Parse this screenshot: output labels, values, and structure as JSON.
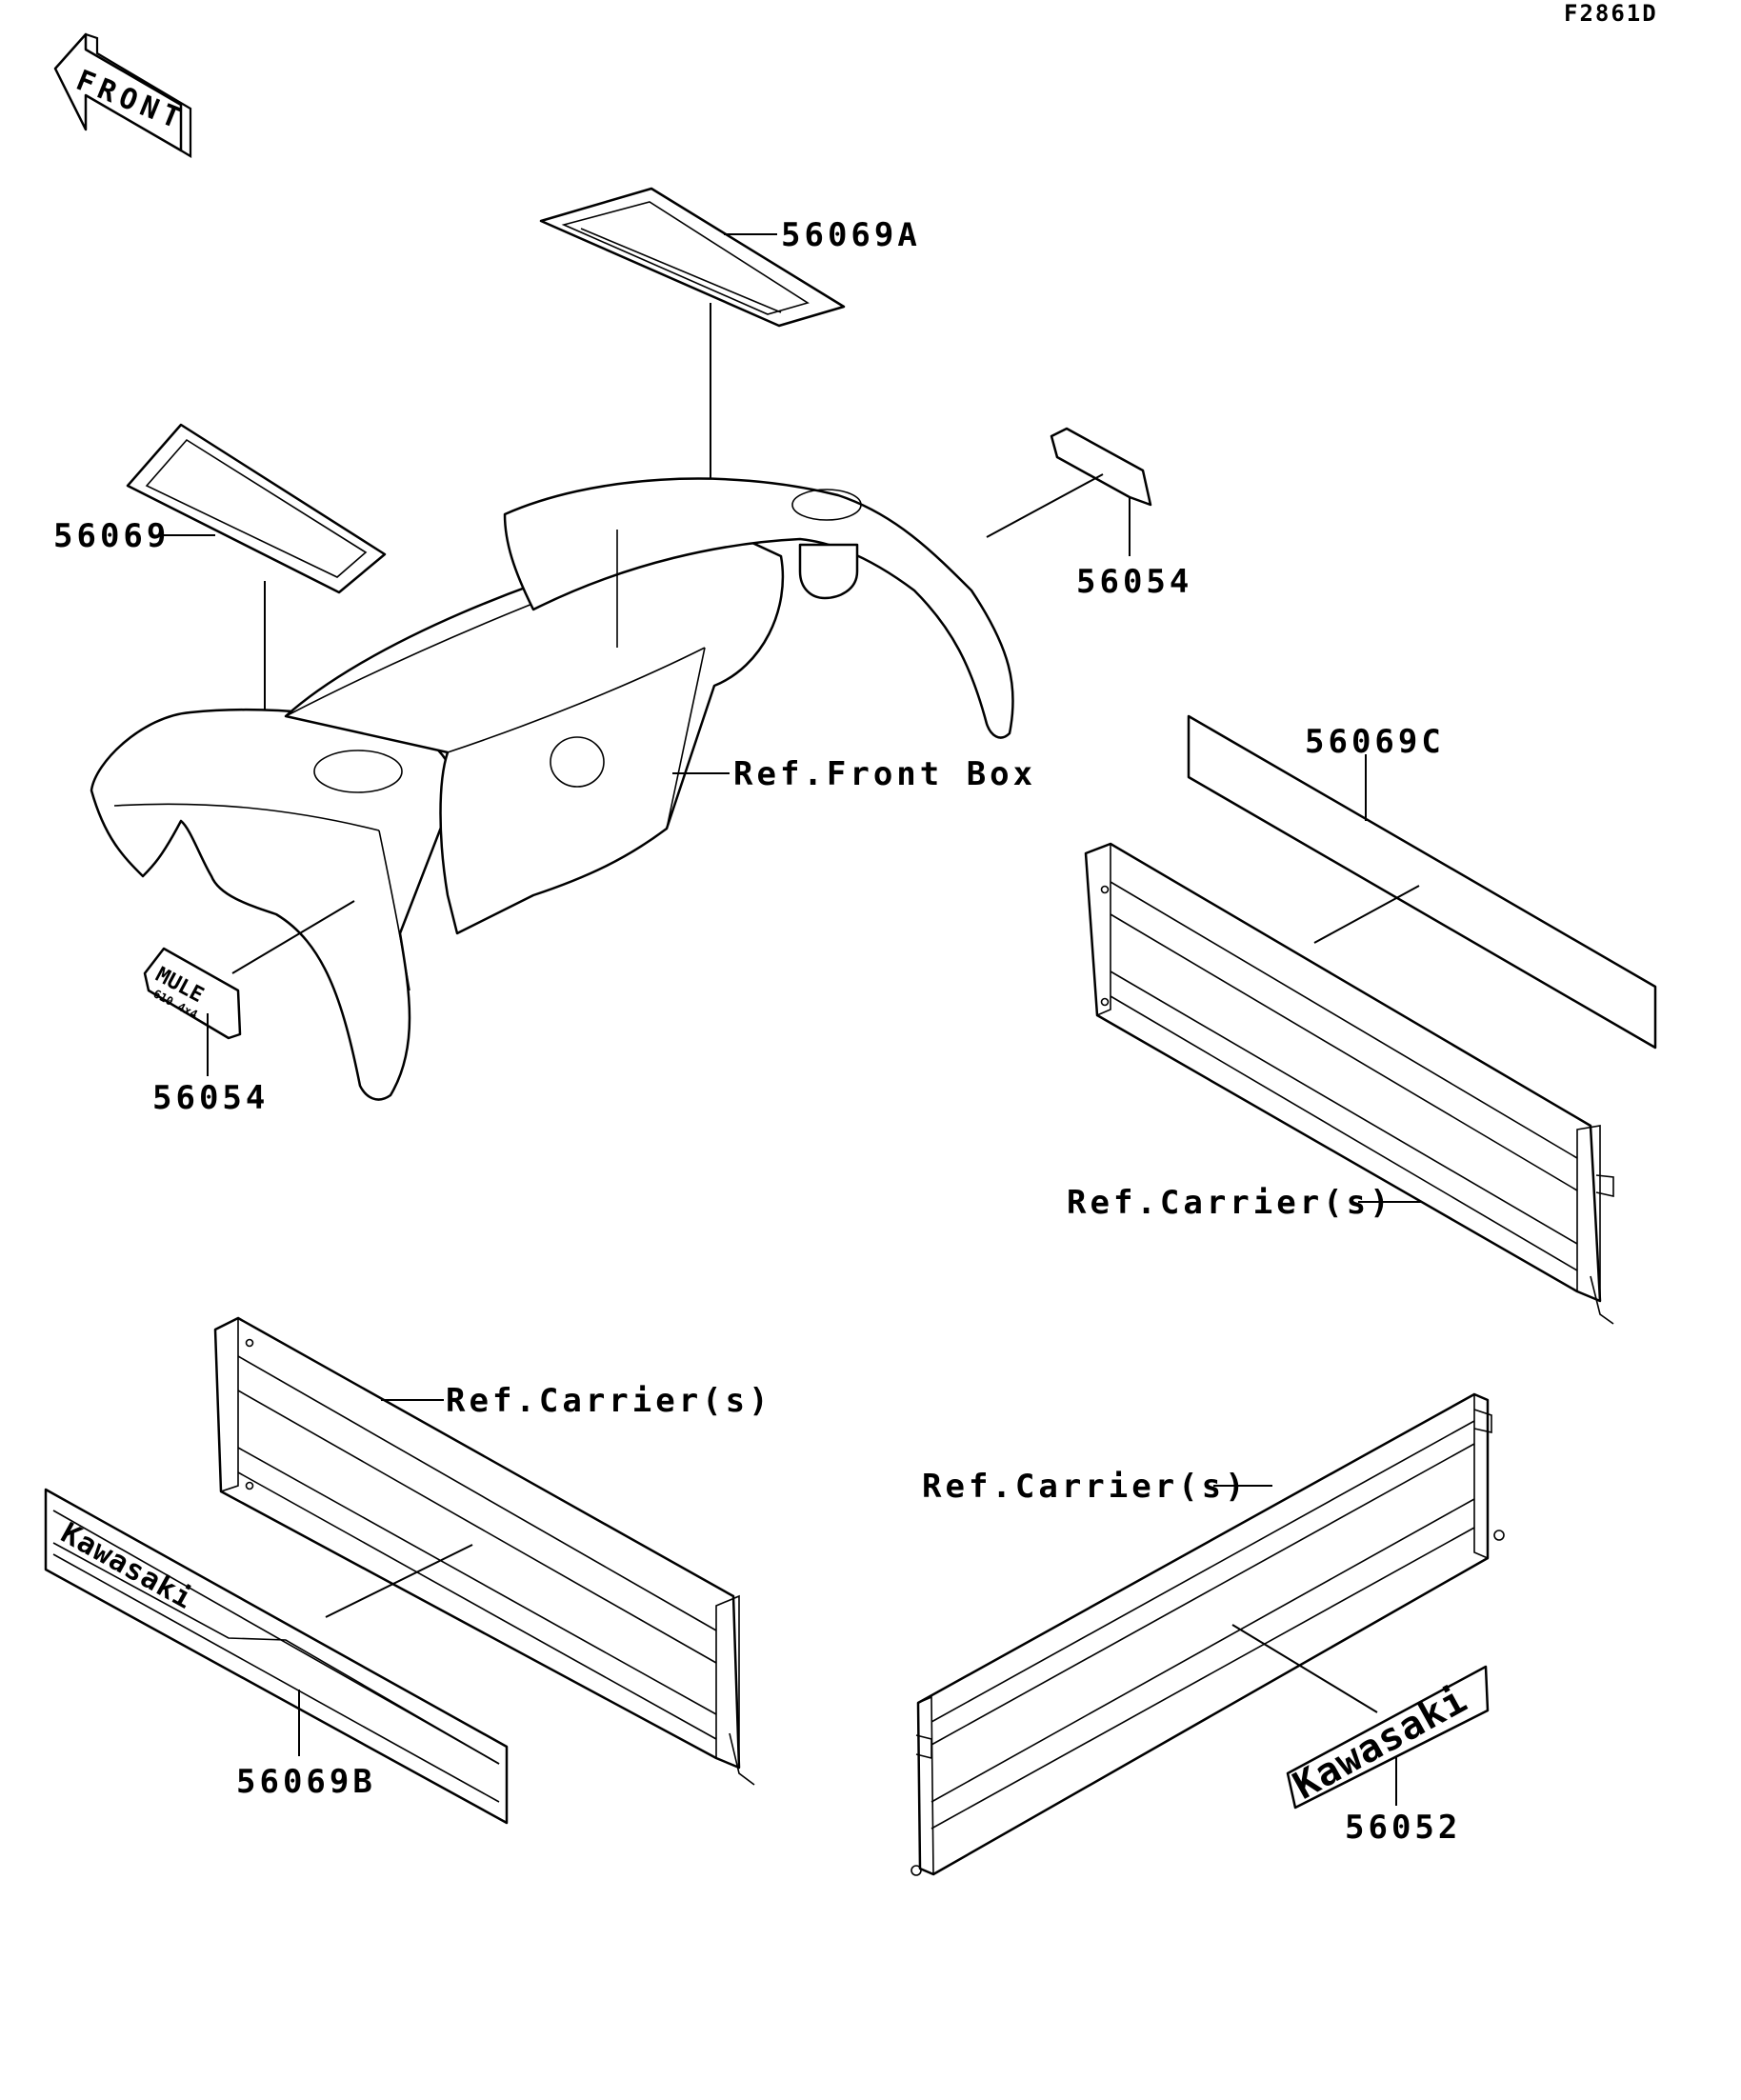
{
  "figure_code": "F2861D",
  "front_arrow_label": "FRONT",
  "labels": {
    "decal_56069A": "56069A",
    "decal_56069": "56069",
    "emblem_56054_top": "56054",
    "emblem_56054_left": "56054",
    "decal_56069C": "56069C",
    "decal_56069B": "56069B",
    "emblem_56052": "56052",
    "ref_front_box": "Ref.Front Box",
    "ref_carrier_right": "Ref.Carrier(s)",
    "ref_carrier_left": "Ref.Carrier(s)",
    "ref_carrier_bottom": "Ref.Carrier(s)"
  },
  "decal_text": {
    "mule_line1": "MULE",
    "mule_line2": "610 4x4",
    "kawasaki_stripe": "Kawasaki",
    "kawasaki_emblem": "Kawasaki"
  }
}
